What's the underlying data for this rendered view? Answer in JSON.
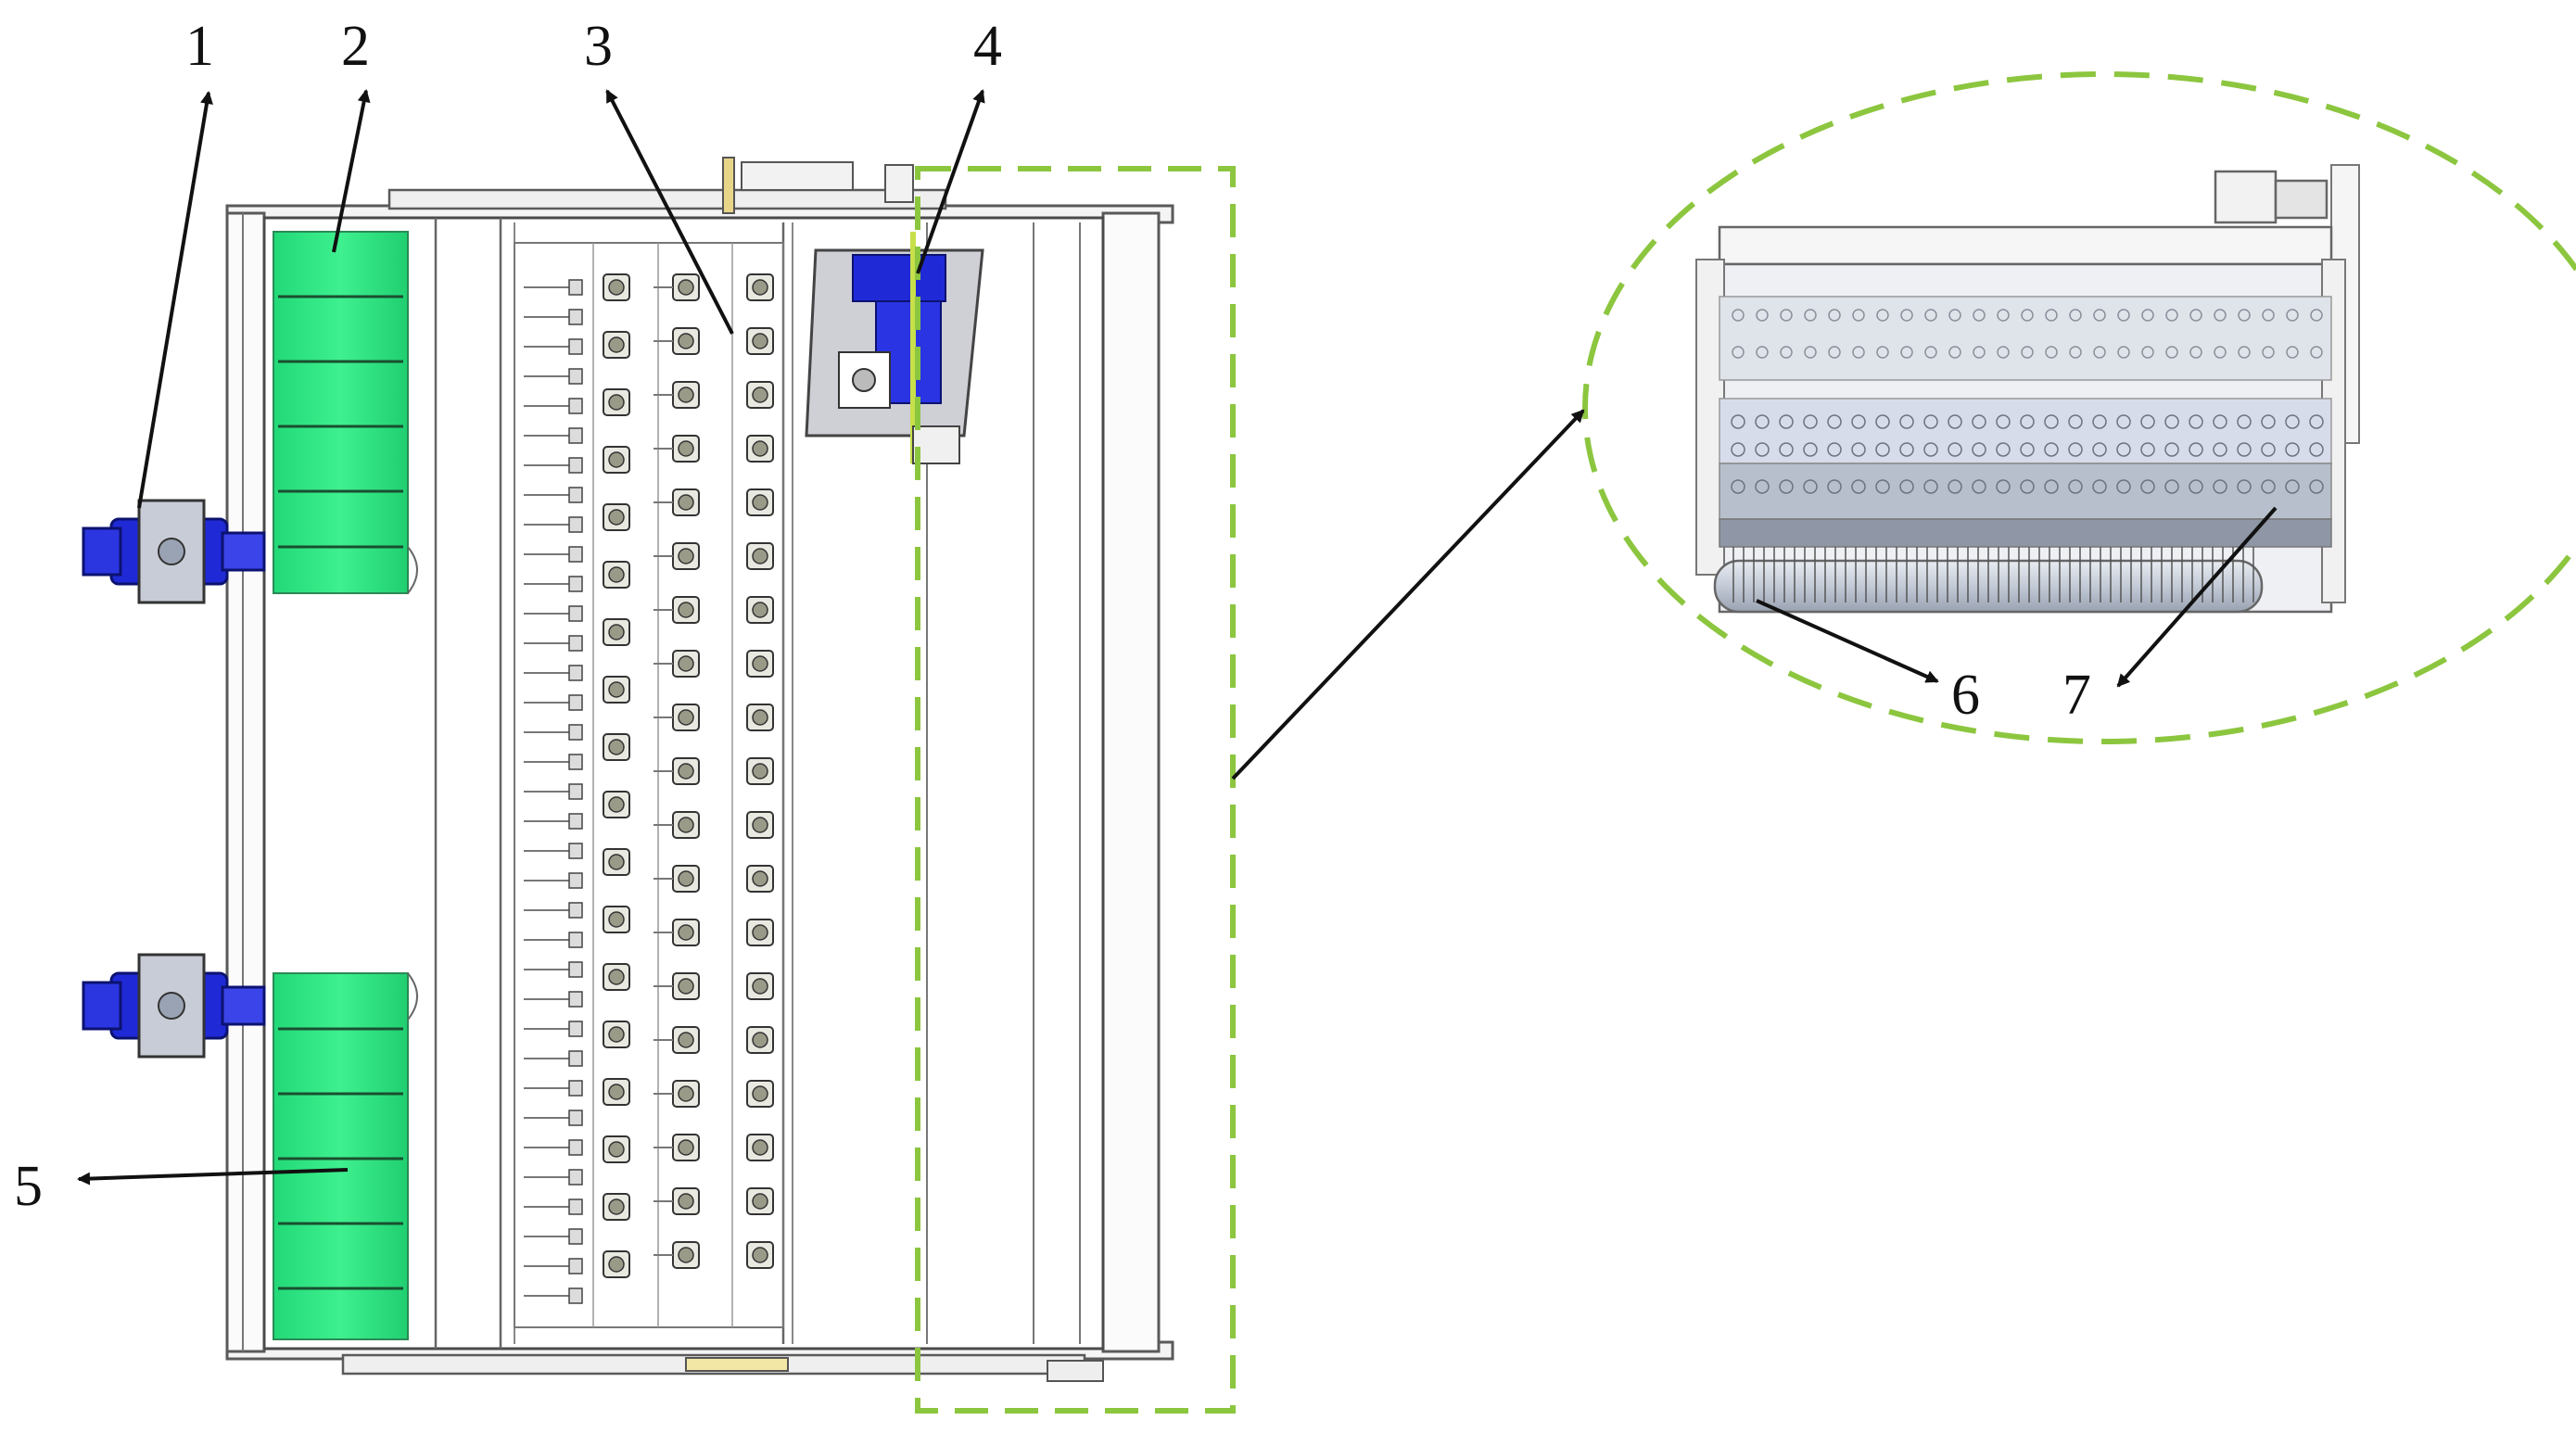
{
  "figure": {
    "callouts": [
      {
        "id": "1",
        "text": "1"
      },
      {
        "id": "2",
        "text": "2"
      },
      {
        "id": "3",
        "text": "3"
      },
      {
        "id": "4",
        "text": "4"
      },
      {
        "id": "5",
        "text": "5"
      },
      {
        "id": "6",
        "text": "6"
      },
      {
        "id": "7",
        "text": "7"
      }
    ],
    "colors": {
      "belt_green": "#2ee882",
      "motor_blue": "#1f2ad6",
      "highlight_dash": "#8cc63f",
      "frame_line": "#5a5a5a",
      "roller_grey": "#c9ced8",
      "arrow": "#111111"
    },
    "icons": {
      "motor": "hydraulic-motor-icon",
      "nozzle": "spray-nozzle-icon",
      "arrow": "leader-arrow-icon"
    }
  }
}
